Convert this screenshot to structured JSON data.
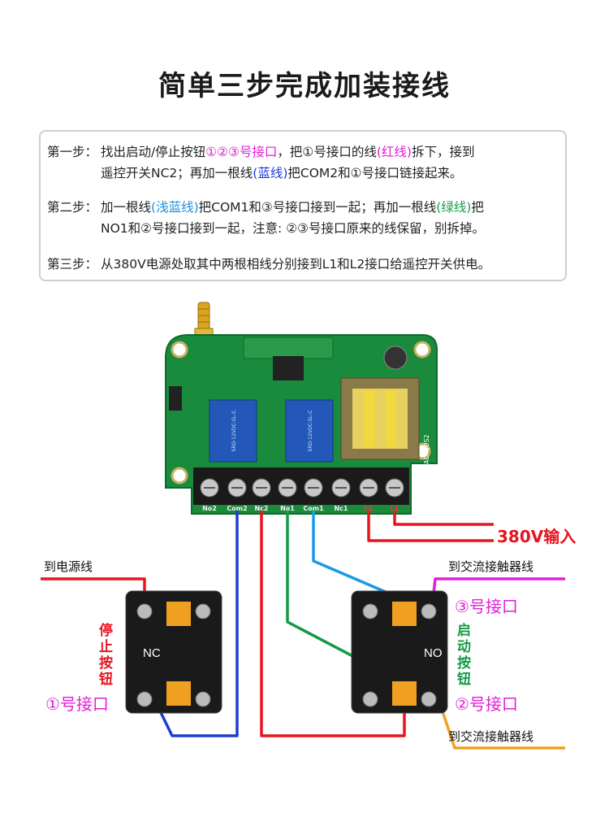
{
  "title": "简单三步完成加装接线",
  "steps": [
    {
      "label": "第一步：",
      "l1a": "找出启动/停止按钮",
      "l1b": "①②③号接口",
      "l1c": "，把①号接口的线",
      "l1d": "(红线)",
      "l1e": "拆下，接到",
      "l2a": "遥控开关NC2；再加一根线",
      "l2b": "(蓝线)",
      "l2c": "把COM2和①号接口链接起来。"
    },
    {
      "label": "第二步：",
      "l1a": "加一根线",
      "l1b": "(浅蓝线)",
      "l1c": "把COM1和③号接口接到一起；再加一根线",
      "l1d": "(绿线)",
      "l1e": "把",
      "l2a": "NO1和②号接口接到一起，注意: ②③号接口原来的线保留，别拆掉。"
    },
    {
      "label": "第三步：",
      "l1a": "从380V电源处取其中两根相线分别接到L1和L2接口给遥控开关供电。"
    }
  ],
  "board": {
    "terminals": [
      "No2",
      "Com2",
      "Nc2",
      "No1",
      "Com1",
      "Nc1",
      "L2",
      "L1"
    ],
    "relay_text": "SRD-12VDC-SL-C",
    "model": "TAD-Q0S2"
  },
  "labels": {
    "power_in": "380V输入",
    "to_power": "到电源线",
    "to_contactor_top": "到交流接触器线",
    "to_contactor_bottom": "到交流接触器线",
    "port3": "③号接口",
    "port1": "①号接口",
    "port2": "②号接口",
    "stop_btn": "停止按钮",
    "start_btn": "启动按钮",
    "nc": "NC",
    "no": "NO"
  },
  "colors": {
    "red": "#e8141e",
    "blue": "#1f3bd6",
    "light_blue": "#1a9be6",
    "green": "#149a45",
    "magenta": "#e020d6",
    "orange": "#f0a020",
    "pcb": "#1a8a3c"
  }
}
